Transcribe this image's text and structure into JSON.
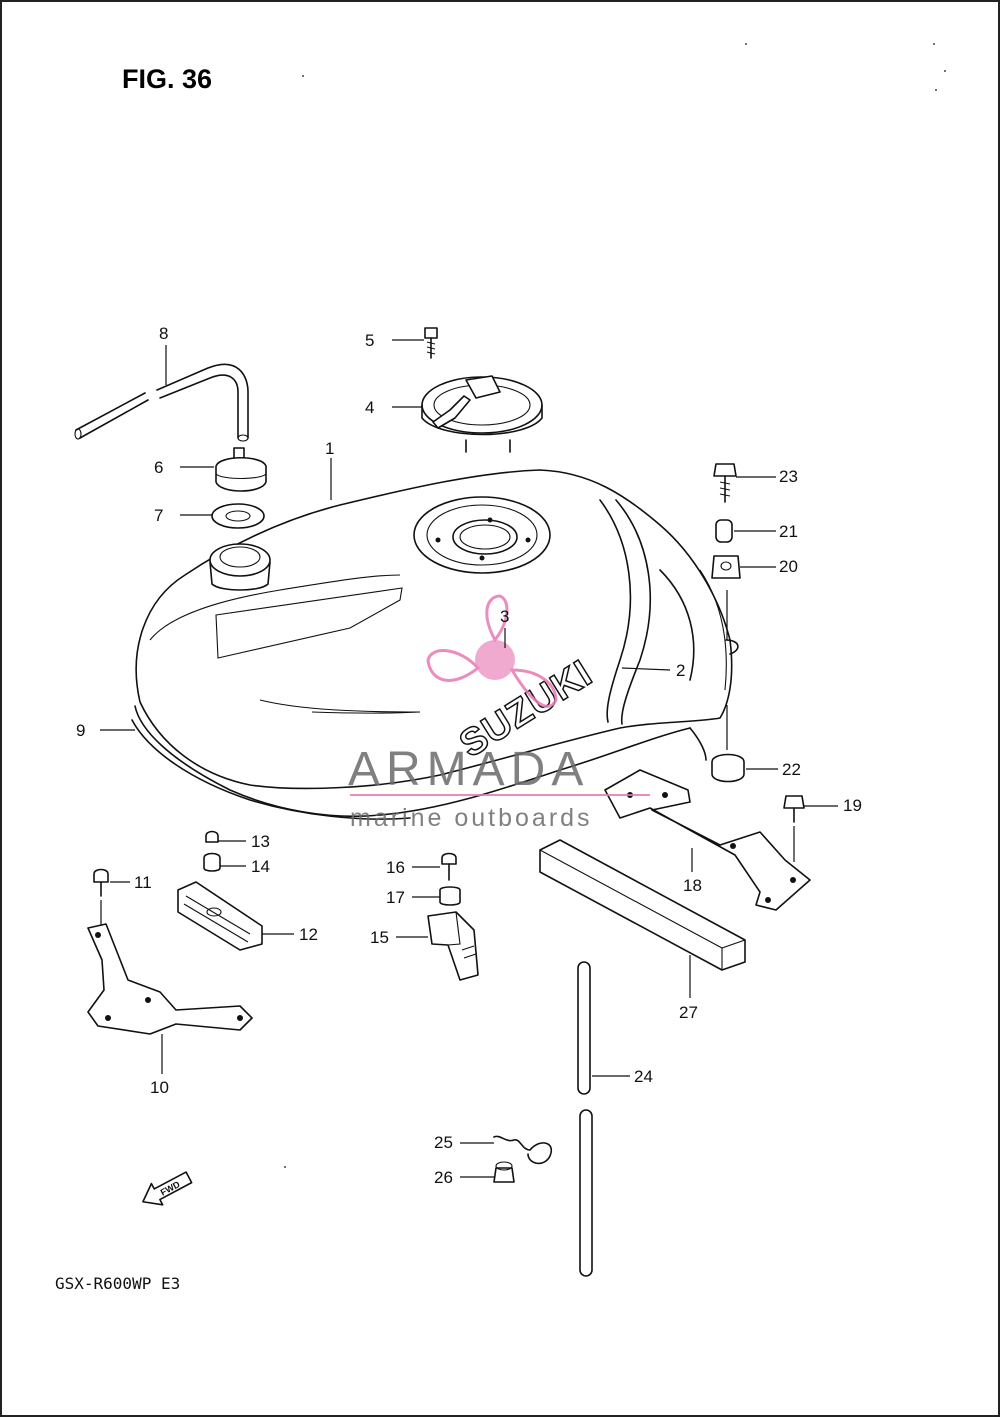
{
  "figure": {
    "title": "FIG. 36",
    "model_code": "GSX-R600WP E3",
    "tank_logo": "SUZUKI",
    "fwd_arrow_label": "FWD"
  },
  "watermark": {
    "brand": "ARMADA",
    "tagline": "marine outboards",
    "accent_color": "#e879b4",
    "text_color": "#6b6b6b"
  },
  "callouts": {
    "p1": "1",
    "p2": "2",
    "p3": "3",
    "p4": "4",
    "p5": "5",
    "p6": "6",
    "p7": "7",
    "p8": "8",
    "p9": "9",
    "p10": "10",
    "p11": "11",
    "p12": "12",
    "p13": "13",
    "p14": "14",
    "p15": "15",
    "p16": "16",
    "p17": "17",
    "p18": "18",
    "p19": "19",
    "p20": "20",
    "p21": "21",
    "p22": "22",
    "p23": "23",
    "p24": "24",
    "p25": "25",
    "p26": "26",
    "p27": "27"
  },
  "icons": {
    "fwd": "fwd-arrow-icon",
    "watermark_logo": "propeller-logo-icon"
  }
}
